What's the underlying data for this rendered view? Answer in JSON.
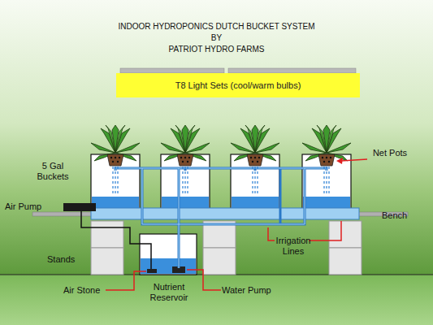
{
  "diagram": {
    "title": "INDOOR HYDROPONICS DUTCH BUCKET SYSTEM",
    "nodes": [
      {
        "text": [
          "T8 Light Sets (cool/warm bulbs)"
        ]
      }
    ],
    "labels": [
      "BY",
      "PATRIOT HYDRO FARMS",
      "5 Gal Buckets",
      "Net Pots",
      "Air Pump",
      "Bench",
      "Stands",
      "Irrigation Lines",
      "Air Stone",
      "Nutrient Reservoir",
      "Water Pump"
    ]
  }
}
